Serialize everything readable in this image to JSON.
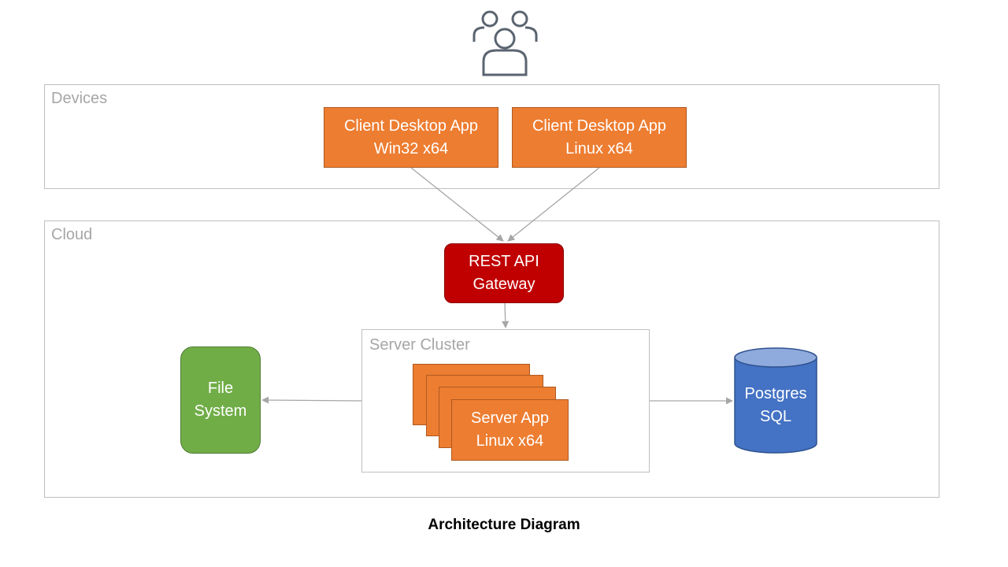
{
  "users_icon": "users-group-icon",
  "groups": {
    "devices": "Devices",
    "cloud": "Cloud",
    "server_cluster": "Server Cluster"
  },
  "nodes": {
    "client_win": "Client Desktop App\nWin32 x64",
    "client_linux": "Client Desktop App\nLinux x64",
    "gateway": "REST API\nGateway",
    "server_app": "Server App\nLinux x64",
    "file_system": "File\nSystem",
    "postgres": "Postgres\nSQL"
  },
  "caption": "Architecture Diagram",
  "colors": {
    "orange": "#ed7d31",
    "red": "#c00000",
    "green": "#70ad47",
    "blue": "#4472c4",
    "blue_top": "#8faadc",
    "group_border": "#bfbfbf",
    "group_label": "#a6a6a6",
    "icon": "#5a6470"
  }
}
